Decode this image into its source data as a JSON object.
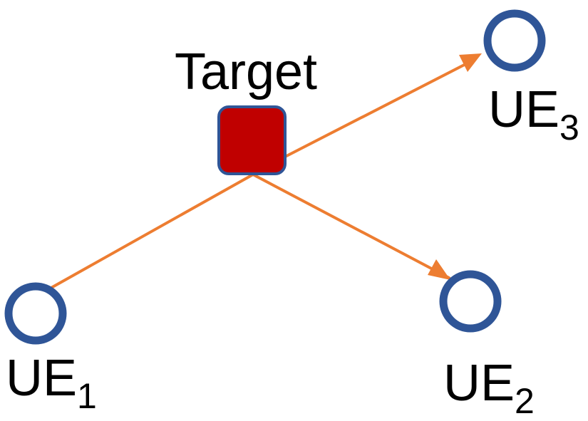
{
  "diagram": {
    "target": {
      "label": "Target"
    },
    "nodes": [
      {
        "id": "ue1",
        "label": "UE",
        "subscript": "1"
      },
      {
        "id": "ue2",
        "label": "UE",
        "subscript": "2"
      },
      {
        "id": "ue3",
        "label": "UE",
        "subscript": "3"
      }
    ],
    "edges": [
      {
        "from": "ue1",
        "to": "target",
        "arrow": false
      },
      {
        "from": "target",
        "to": "ue2",
        "arrow": true
      },
      {
        "from": "target",
        "to": "ue3",
        "arrow": true
      }
    ]
  },
  "colors": {
    "node_stroke": "#2f5597",
    "target_fill": "#c00000",
    "target_stroke": "#2f5597",
    "edge": "#ed7d31",
    "text": "#000000"
  }
}
